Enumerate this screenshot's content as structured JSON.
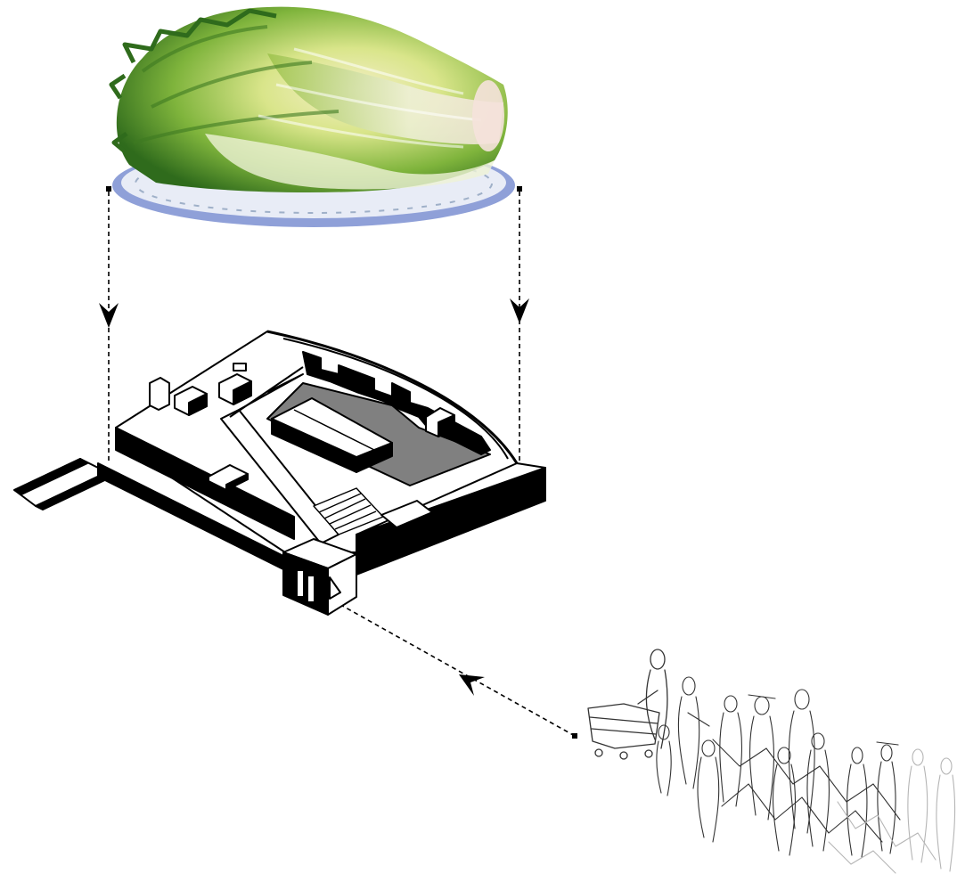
{
  "diagram": {
    "colors": {
      "background": "#ffffff",
      "ink": "#000000",
      "courtyard_gray": "#808080",
      "lettuce_dark": "#2f6b1c",
      "lettuce_mid": "#5c9e2e",
      "lettuce_light": "#a9d45a",
      "lettuce_core": "#f4efc8",
      "plate_rim": "#8fa0d8",
      "plate_face": "#e8ecf6",
      "sketch": "#333333",
      "sketch_faded": "#b5b5b5"
    },
    "elements": [
      "lettuce-on-plate-image",
      "isometric-building-model",
      "crowd-sketch",
      "dashed-arrows"
    ]
  }
}
